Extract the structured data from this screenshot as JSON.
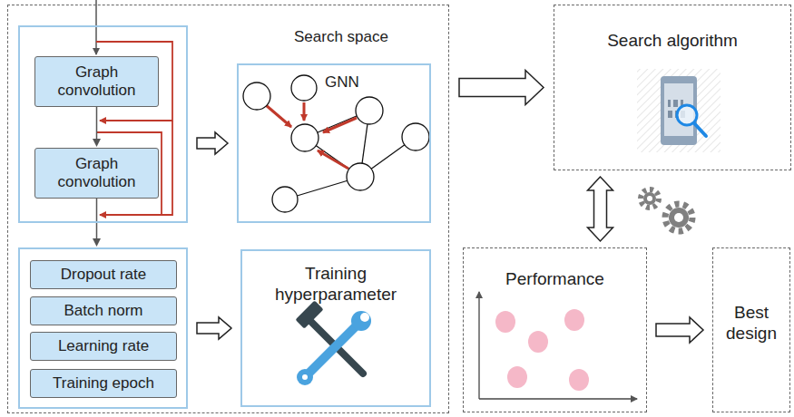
{
  "diagram": {
    "nodes": [
      {
        "text": [
          "Search space"
        ]
      },
      {
        "text": [],
        "in": 0
      },
      {
        "text": [
          "Graph convolution"
        ],
        "in": 1
      },
      {
        "text": [
          "Graph convolution"
        ],
        "in": 1
      },
      {
        "text": [
          "GNN"
        ],
        "in": 0
      },
      {
        "text": [],
        "in": 0
      },
      {
        "text": [
          "Dropout rate"
        ],
        "in": 5
      },
      {
        "text": [
          "Batch norm"
        ],
        "in": 5
      },
      {
        "text": [
          "Learning rate"
        ],
        "in": 5
      },
      {
        "text": [
          "Training epoch"
        ],
        "in": 5
      },
      {
        "text": [
          "Training hyperparameter"
        ],
        "in": 0
      },
      {
        "text": [
          "Search algorithm"
        ]
      },
      {
        "text": [
          "Performance"
        ]
      },
      {
        "text": [
          "Best design"
        ]
      }
    ],
    "edges": [
      {
        "from": 2,
        "to": 3,
        "arrow": "to"
      },
      {
        "from": 3,
        "to": 5,
        "arrow": "to"
      },
      {
        "from": 1,
        "to": 4,
        "arrow": "to"
      },
      {
        "from": 5,
        "to": 10,
        "arrow": "to"
      },
      {
        "from": 0,
        "to": 11,
        "arrow": "to"
      },
      {
        "from": 11,
        "to": 12,
        "arrow": "both"
      },
      {
        "from": 12,
        "to": 13,
        "arrow": "to"
      }
    ]
  }
}
